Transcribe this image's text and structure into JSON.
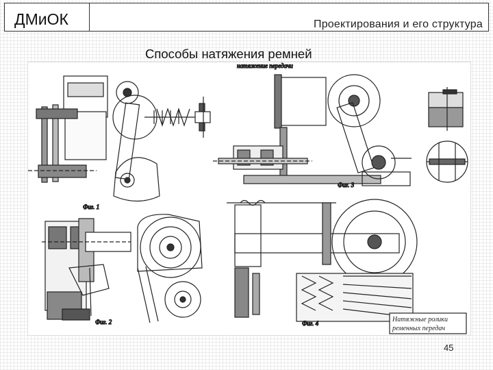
{
  "header": {
    "brand": "ДМиОК",
    "subtitle": "Проектирования и его структура"
  },
  "slide": {
    "title": "Способы натяжения ремней",
    "page_number": "45"
  },
  "drawing": {
    "top_caption": "натяжение передачи",
    "fig1": "Фиг. 1",
    "fig2": "Фиг. 2",
    "fig3": "Фиг. 3",
    "fig4": "Фиг. 4",
    "caption_line1": "Натяжные ролики",
    "caption_line2": "ременных передач"
  }
}
